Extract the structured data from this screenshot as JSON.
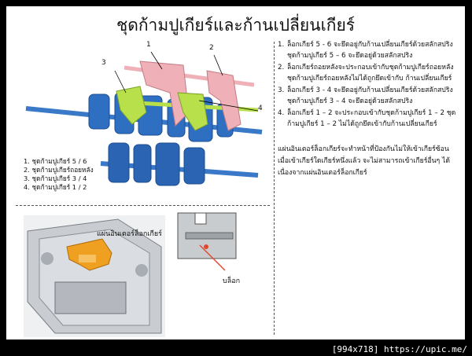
{
  "slide": {
    "title": "ชุดก้ามปูเกียร์และก้านเปลี่ยนเกียร์"
  },
  "diagram": {
    "callouts": [
      "1",
      "2",
      "3",
      "4"
    ],
    "legend": [
      "1. ชุดก้ามปูเกียร์ 5 / 6",
      "2. ชุดก้ามปูเกียร์ถอยหลัง",
      "3. ชุดก้ามปูเกียร์ 3 / 4",
      "4. ชุดก้ามปูเกียร์ 1 / 2"
    ],
    "colors": {
      "gear_blue": "#2f6fc2",
      "fork_pink": "#f0b0b8",
      "fork_green": "#b8e04a",
      "interlock_orange": "#f0a020"
    }
  },
  "notes": [
    {
      "num": "1.",
      "text": "ล็อกเกียร์ 5 - 6  จะยึดอยู่กับก้านเปลี่ยนเกียร์ด้วยสลักสปริง ชุดก้ามปูเกียร์ 5 – 6  จะยึดอยู่ด้วยสลักสปริง"
    },
    {
      "num": "2.",
      "text": "ล็อกเกียร์ถอยหลังจะประกอบเข้ากับชุดก้ามปูเกียร์ถอยหลัง ชุดก้ามปูเกียร์ถอยหลังไม่ได้ถูกยึดเข้ากับ ก้านเปลี่ยนเกียร์"
    },
    {
      "num": "3.",
      "text": "ล็อกเกียร์ 3 - 4  จะยึดอยู่กับก้านเปลี่ยนเกียร์ด้วยสลักสปริง ชุดก้ามปูเกียร์ 3 – 4  จะยึดอยู่ด้วยสลักสปริง"
    },
    {
      "num": "4.",
      "text": "ล็อกเกียร์ 1 – 2  จะประกอบเข้ากับชุดก้ามปูเกียร์ 1 – 2    ชุดก้ามปูเกียร์ 1 – 2  ไม่ได้ถูกยึดเข้ากับก้านเปลี่ยนเกียร์"
    }
  ],
  "interlock_paragraph": "แผ่นอินเตอร์ล็อกเกียร์จะทำหน้าที่ป้องกันไม่ให้เข้าเกียร์ซ้อน เมื่อเข้าเกียร์ใดเกียร์หนึ่งแล้ว จะไม่สามารถเข้าเกียร์อื่นๆ ได้เนื่องจากแผ่นอินเตอร์ล็อกเกียร์",
  "lower": {
    "interlock_label": "แผ่นอินเตอร์ล็อกเกียร์",
    "block_label": "บล็อก"
  },
  "footer": "[994x718] https://upic.me/"
}
